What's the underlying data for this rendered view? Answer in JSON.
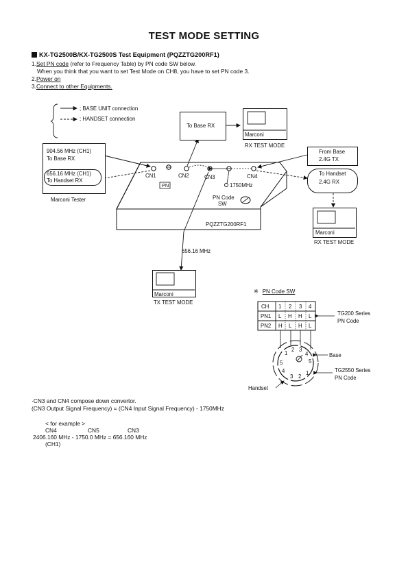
{
  "title": "TEST MODE SETTING",
  "section_heading": "KX-TG2500B/KX-TG2500S Test Equipment (PQZZTG200RF1)",
  "steps": {
    "s1_num": "1.",
    "s1_link": "Set PN code",
    "s1_rest": " (refer to Frequency Table) by PN code SW below.",
    "s1_note": "When you think that you want to set Test Mode on CH8, you have to set PN code 3.",
    "s2_num": "2.",
    "s2_link": "Power on",
    "s3_num": "3.",
    "s3_link": "Connect to other Equipments."
  },
  "legend": {
    "base": "; BASE UNIT connection",
    "handset": "; HANDSET connection"
  },
  "diagram": {
    "to_base_rx": "To Base RX",
    "marconi": "Marconi",
    "rx_test_mode": "RX TEST MODE",
    "tester_line1": "904.56 MHz (CH1)",
    "tester_line2": "To Base RX",
    "tester_line3": "656.16 MHz (CH1)",
    "tester_line4": "To Handset RX",
    "marconi_tester": "Marconi Tester",
    "from_base_1": "From Base",
    "from_base_2": "2.4G TX",
    "to_handset_1": "To Handset",
    "to_handset_2": "2.4G RX",
    "cn1": "CN1",
    "cn2": "CN2",
    "cn3": "CN3",
    "cn4": "CN4",
    "pn": "PN",
    "mhz1750": "1750MHz",
    "pn_code": "PN Code",
    "sw": "SW",
    "device": "PQZZTG200RF1",
    "freq_656": "656.16 MHz",
    "tx_test_mode": "TX TEST MODE"
  },
  "pn_sw": {
    "heading": "PN Code SW",
    "rows": [
      [
        "CH",
        "1",
        "2",
        "3",
        "4"
      ],
      [
        "PN1",
        "L",
        "H",
        "H",
        "L"
      ],
      [
        "PN2",
        "H",
        "L",
        "H",
        "L"
      ]
    ],
    "tg200_1": "TG200 Series",
    "tg200_2": "PN Code",
    "base": "Base",
    "tg2550_1": "TG2550 Series",
    "tg2550_2": "PN Code",
    "handset": "Handset",
    "dial": [
      "1",
      "2",
      "3",
      "4",
      "5",
      "5",
      "4",
      "3",
      "2",
      "1"
    ]
  },
  "footer": {
    "bullet": "·CN3 and CN4 compose down convertor.",
    "formula": "(CN3 Output Signal Frequency) = (CN4 Input Signal Frequency) - 1750MHz",
    "example": "< for example >",
    "col_cn4": "CN4",
    "col_cn5": "CN5",
    "col_cn3": "CN3",
    "calc": "2406.160 MHz - 1750.0 MHz = 656.160 MHz",
    "ch": "(CH1)"
  }
}
